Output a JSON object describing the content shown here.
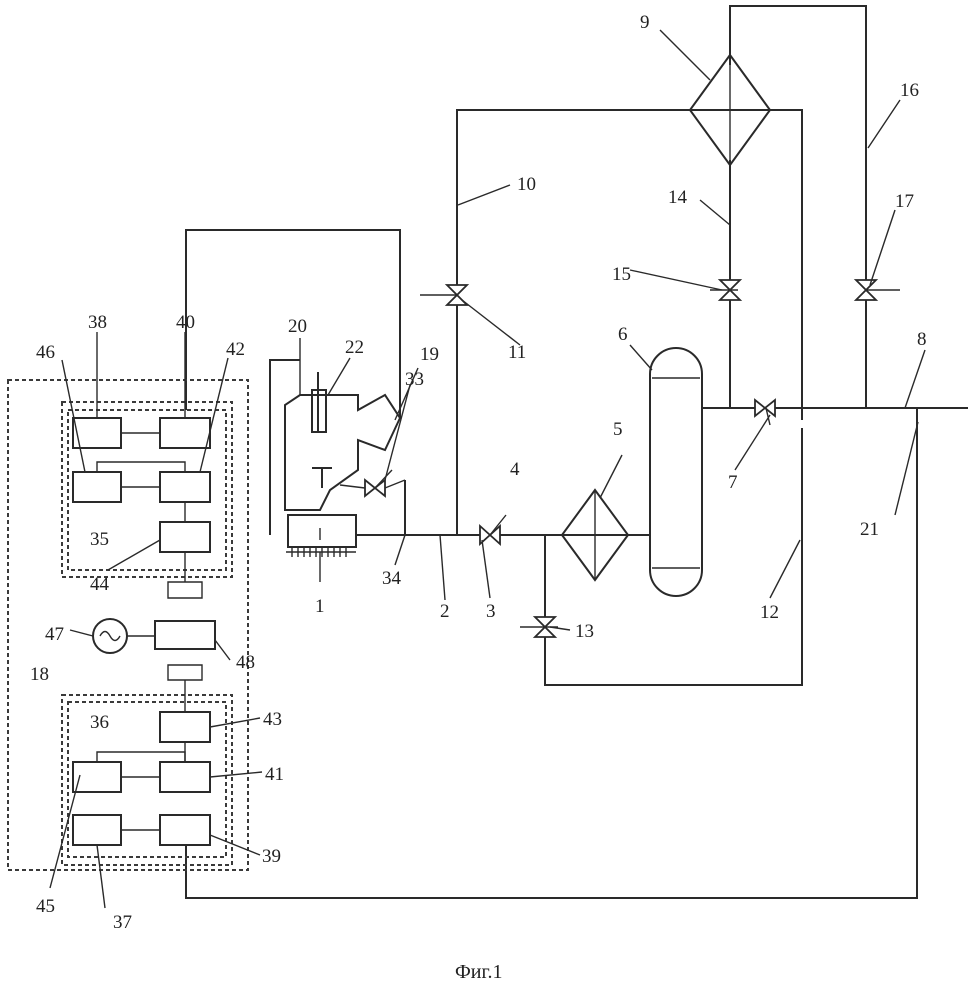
{
  "figure": {
    "caption": "Фиг.1",
    "labels": {
      "l1": "1",
      "l2": "2",
      "l3": "3",
      "l4": "4",
      "l5": "5",
      "l6": "6",
      "l7": "7",
      "l8": "8",
      "l9": "9",
      "l10": "10",
      "l11": "11",
      "l12": "12",
      "l13": "13",
      "l14": "14",
      "l15": "15",
      "l16": "16",
      "l17": "17",
      "l18": "18",
      "l19": "19",
      "l20": "20",
      "l21": "21",
      "l22": "22",
      "l33": "33",
      "l34": "34",
      "l35": "35",
      "l36": "36",
      "l37": "37",
      "l38": "38",
      "l39": "39",
      "l40": "40",
      "l41": "41",
      "l42": "42",
      "l43": "43",
      "l44": "44",
      "l45": "45",
      "l46": "46",
      "l47": "47",
      "l48": "48"
    }
  }
}
